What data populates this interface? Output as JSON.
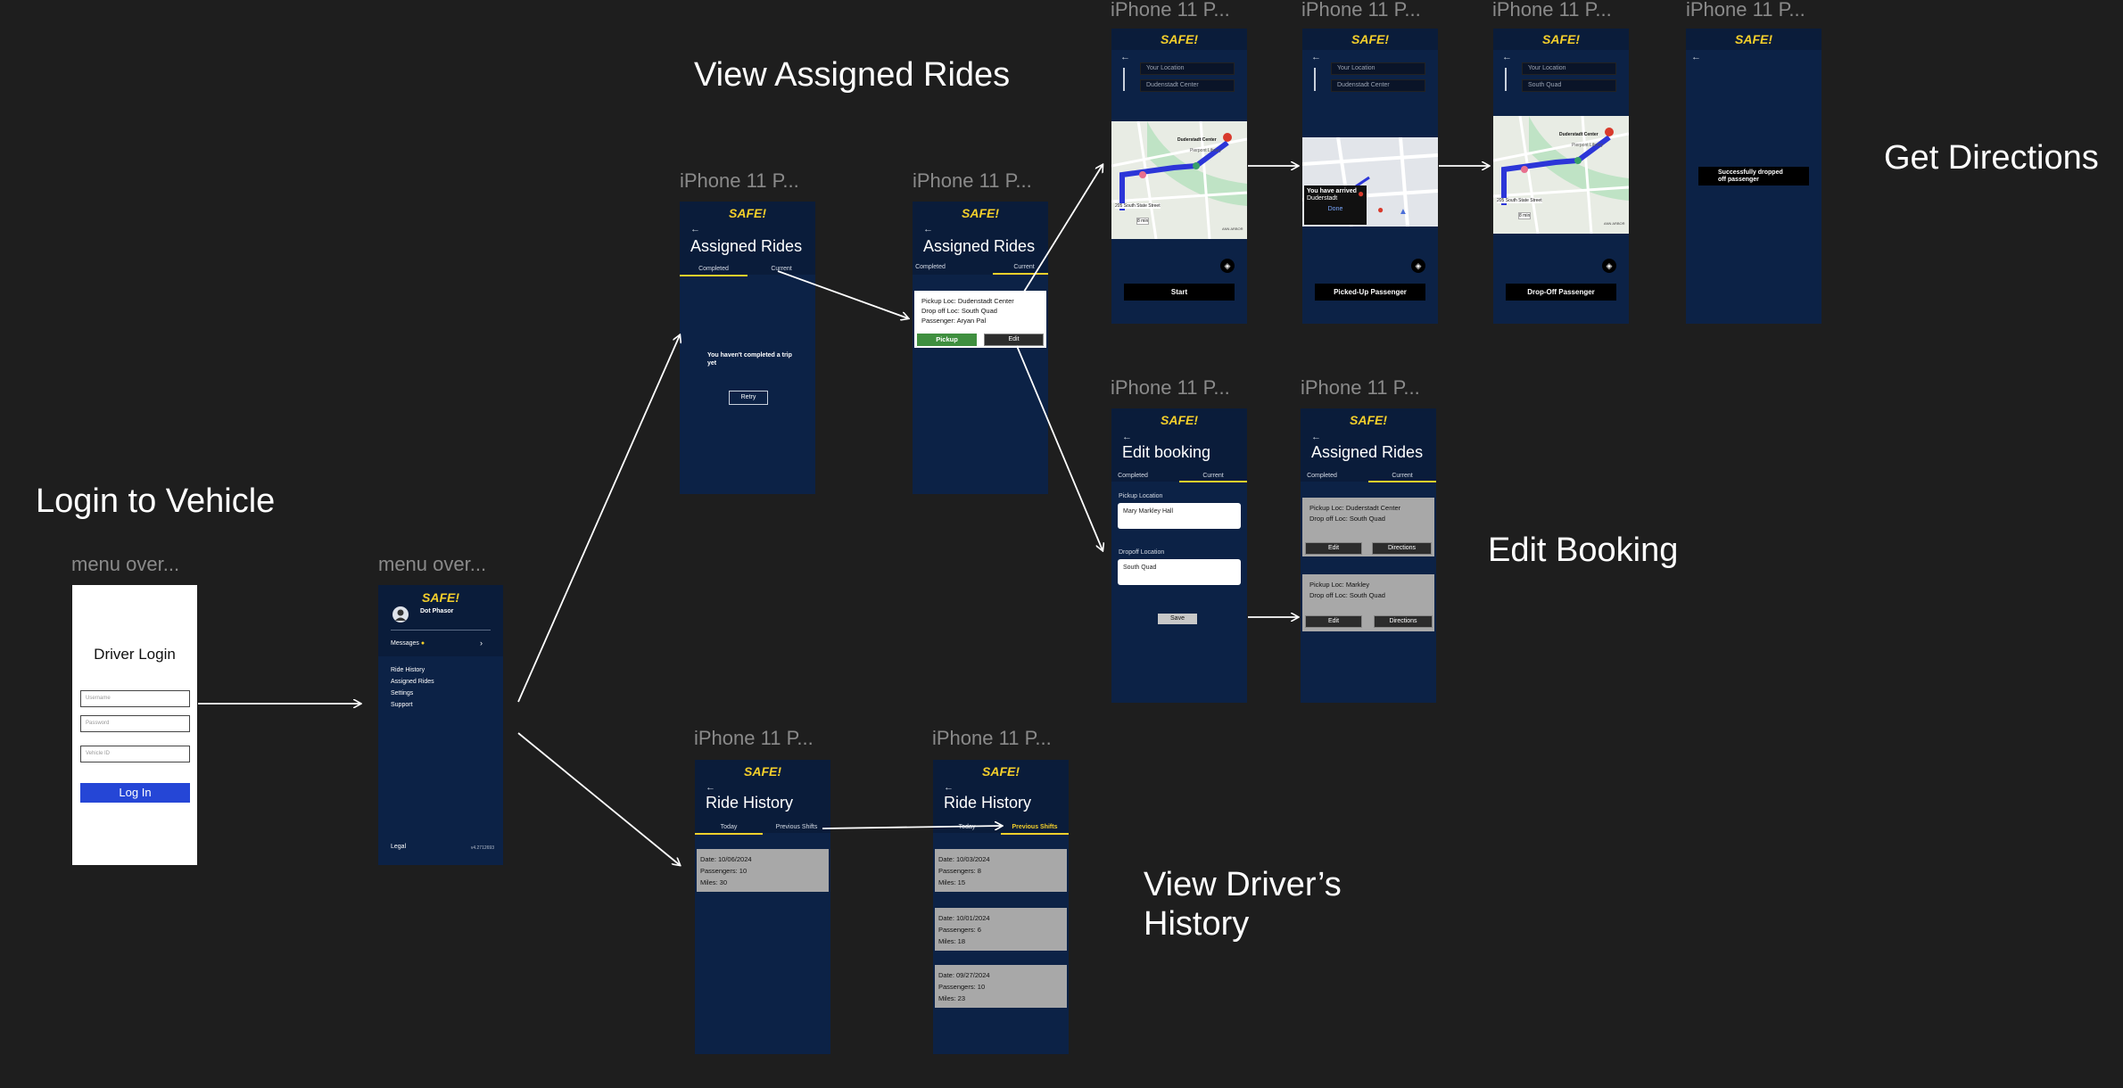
{
  "sections": {
    "login": "Login to Vehicle",
    "assigned": "View Assigned Rides",
    "directions": "Get Directions",
    "edit": "Edit Booking",
    "history": "View Driver’s\nHistory"
  },
  "frame_labels": {
    "menu_short": "menu over...",
    "iphone": "iPhone 11 P..."
  },
  "app": {
    "logo": "SAFE!",
    "back_icon": "arrow-left-icon"
  },
  "login": {
    "title": "Driver Login",
    "username_placeholder": "Username",
    "password_placeholder": "Password",
    "vehicle_placeholder": "Vehicle ID",
    "login_button": "Log In",
    "button_color": "#2546d6"
  },
  "menu": {
    "user_name": "Dot Phasor",
    "messages": "Messages",
    "items": [
      "Ride History",
      "Assigned Rides",
      "Settings",
      "Support"
    ],
    "legal": "Legal",
    "version": "v4.2712693"
  },
  "assigned": {
    "title": "Assigned Rides",
    "tab_completed": "Completed",
    "tab_current": "Current",
    "empty_message": "You haven't completed a trip yet",
    "retry": "Retry",
    "card": {
      "pickup": "Pickup Loc: Dudenstadt Center",
      "dropoff": "Drop off Loc: South Quad",
      "passenger": "Passenger: Aryan Pal",
      "pickup_button": "Pickup",
      "edit_button": "Edit"
    }
  },
  "directions": {
    "your_location": "Your Location",
    "dest_1": "Dudenstadt Center",
    "dest_2": "South Quad",
    "map_labels": {
      "duderstadt": "Duderstadt Center",
      "library": "Pierpont Library",
      "street": "205 South State Street",
      "time": "8 min",
      "ann": "ANN ARBOR"
    },
    "arrived_title": "You have arrived",
    "arrived_place": "Duderstadt",
    "done": "Done",
    "btn_start": "Start",
    "btn_picked": "Picked-Up Passenger",
    "btn_drop": "Drop-Off Passenger",
    "success": "Successfully dropped off passenger"
  },
  "edit": {
    "title": "Edit booking",
    "pickup_label": "Pickup Location",
    "pickup_value": "Mary Markley Hall",
    "dropoff_label": "Dropoff Location",
    "dropoff_value": "South Quad",
    "save": "Save"
  },
  "edited": {
    "title": "Assigned Rides",
    "cards": [
      {
        "pickup": "Pickup Loc: Duderstadt Center",
        "dropoff": "Drop off Loc: South Quad",
        "edit": "Edit",
        "directions": "Directions"
      },
      {
        "pickup": "Pickup Loc: Markley",
        "dropoff": "Drop off Loc: South Quad",
        "edit": "Edit",
        "directions": "Directions"
      }
    ]
  },
  "history": {
    "title": "Ride History",
    "tab_today": "Today",
    "tab_previous": "Previous Shifts",
    "today_card": {
      "date": "Date: 10/06/2024",
      "passengers": "Passengers: 10",
      "miles": "Miles: 30"
    },
    "previous_cards": [
      {
        "date": "Date: 10/03/2024",
        "passengers": "Passengers: 8",
        "miles": "Miles: 15"
      },
      {
        "date": "Date: 10/01/2024",
        "passengers": "Passengers: 6",
        "miles": "Miles: 18"
      },
      {
        "date": "Date: 09/27/2024",
        "passengers": "Passengers: 10",
        "miles": "Miles: 23"
      }
    ]
  },
  "colors": {
    "background": "#1e1e1e",
    "phone": "#0c2246",
    "accent": "#f5d02b",
    "card_grey": "#a8a8a8"
  }
}
